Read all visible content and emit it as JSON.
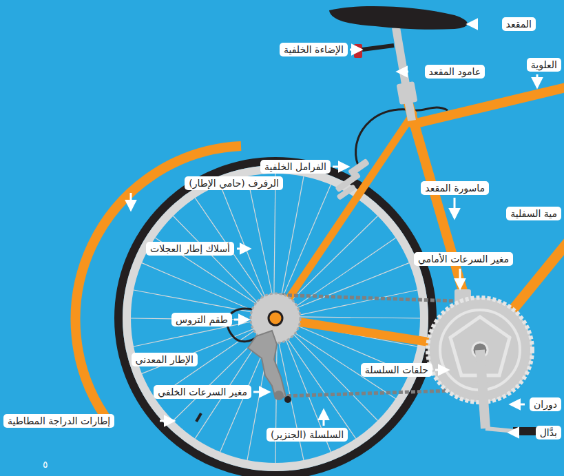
{
  "diagram": {
    "labels": [
      "المقعد",
      "الإضاءة الخلفية",
      "عامود المقعد",
      "العلوية",
      "الفرامل الخلفية",
      "الرفرف (حامي الإطار)",
      "ماسورة المقعد",
      "مية السفلية",
      "أسلاك إطار العجلات",
      "مغير السرعات الأمامي",
      "طقم التروس",
      "الإطار المعدني",
      "حلقات السلسلة",
      "مغير السرعات الخلفي",
      "دوران",
      "إطارات الدراجة المطاطية",
      "السلسلة (الجنزير)",
      "بدَّال",
      "٥"
    ]
  }
}
